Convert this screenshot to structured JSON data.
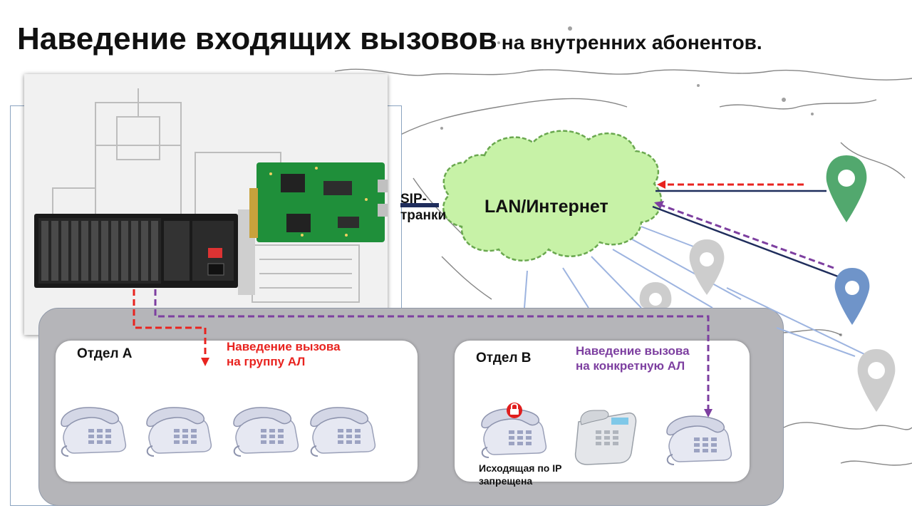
{
  "title": {
    "main": "Наведение входящих вызовов",
    "sub": "на внутренних абонентов."
  },
  "cloud": {
    "label": "LAN/Интернет"
  },
  "sip": {
    "line1": "SIP-",
    "line2": "транки"
  },
  "dept_a": {
    "label": "Отдел  А",
    "note_line1": "Наведение вызова",
    "note_line2": "на группу АЛ"
  },
  "dept_b": {
    "label": "Отдел  В",
    "note_line1": "Наведение вызова",
    "note_line2": "на конкретную АЛ",
    "restriction_line1": "Исходящая по IP",
    "restriction_line2": "запрещена"
  },
  "colors": {
    "red_route": "#e8231f",
    "purple_route": "#7d3fa0",
    "navy_line": "#1f2d5c",
    "cloud_fill": "#c7f2a7",
    "pin_green": "#52a86e",
    "pin_blue": "#6f94c9",
    "pin_gray": "#c9c9c9",
    "lock": "#e01e1e"
  },
  "icons": [
    "map-russia",
    "pbx-chassis",
    "sip-board",
    "cloud-icon",
    "location-pin-icon",
    "desk-phone-icon",
    "lock-icon",
    "system-phone-icon"
  ]
}
